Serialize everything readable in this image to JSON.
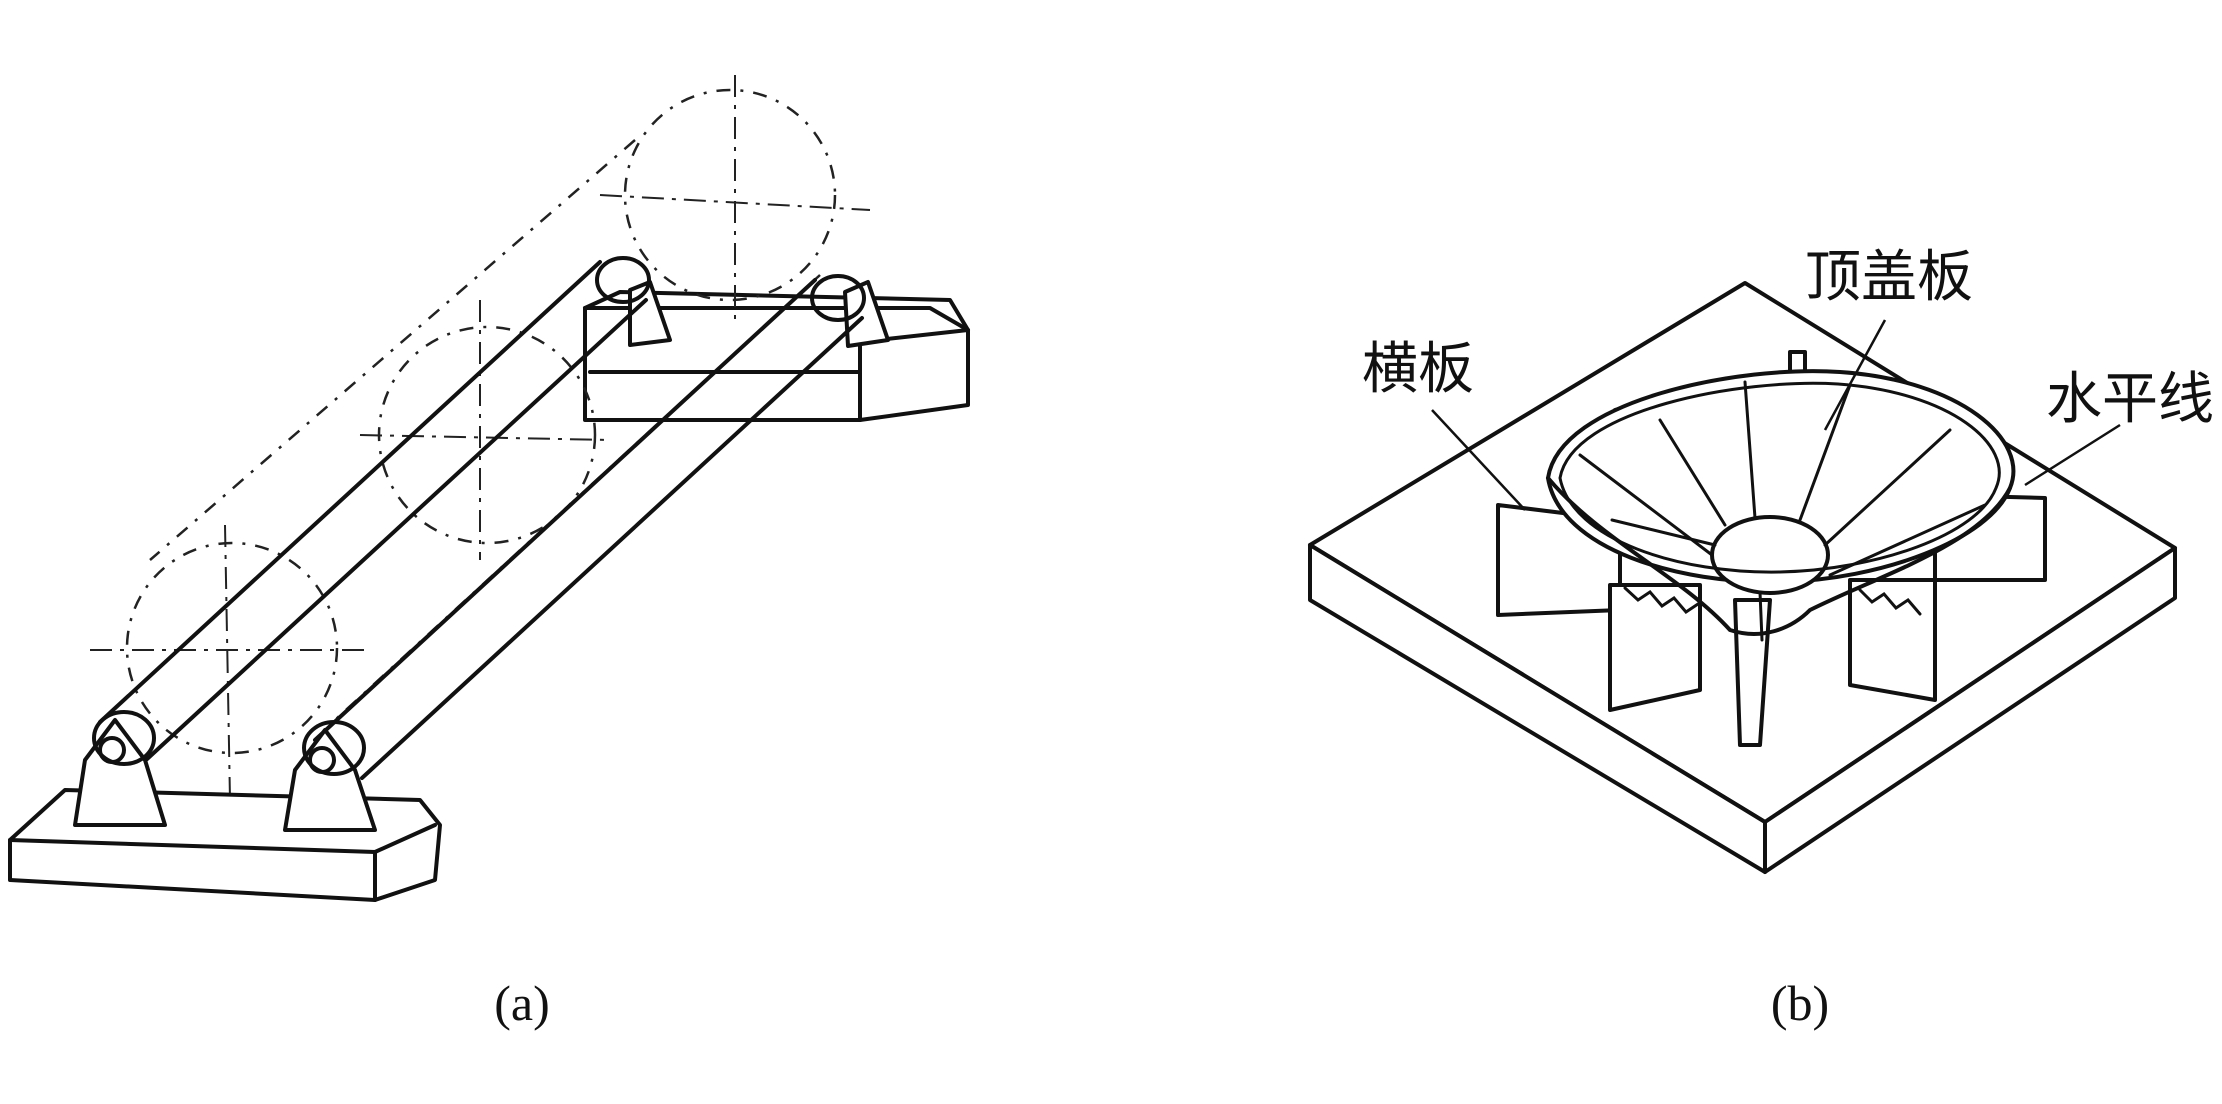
{
  "panels": [
    {
      "caption": "(a)"
    },
    {
      "caption": "(b)"
    }
  ],
  "labels": {
    "crossplate": "横板",
    "topcover": "顶盖板",
    "level": "水平线"
  }
}
